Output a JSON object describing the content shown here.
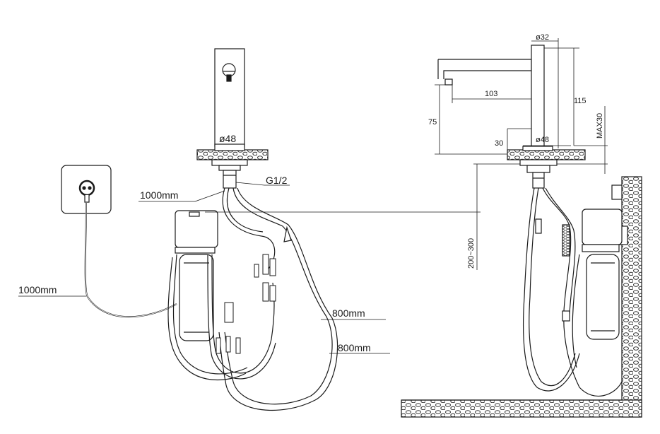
{
  "left_view": {
    "spout_diameter": "ø48",
    "thread": "G1/2",
    "sensor_cable": "1000mm",
    "power_cable": "1000mm",
    "hose_a": "800mm",
    "hose_b": "800mm"
  },
  "right_view": {
    "top_diameter": "ø32",
    "reach": "103",
    "height": "115",
    "spout_height": "75",
    "base_height": "30",
    "base_diameter": "ø48",
    "max_deck": "MAX30",
    "box_offset": "200~300"
  },
  "colors": {
    "line": "#1a1a1a",
    "hatch": "#555555"
  },
  "icons": [
    "socket-plug-icon",
    "sensor-eye-icon",
    "wall-stone-hatch-icon"
  ]
}
